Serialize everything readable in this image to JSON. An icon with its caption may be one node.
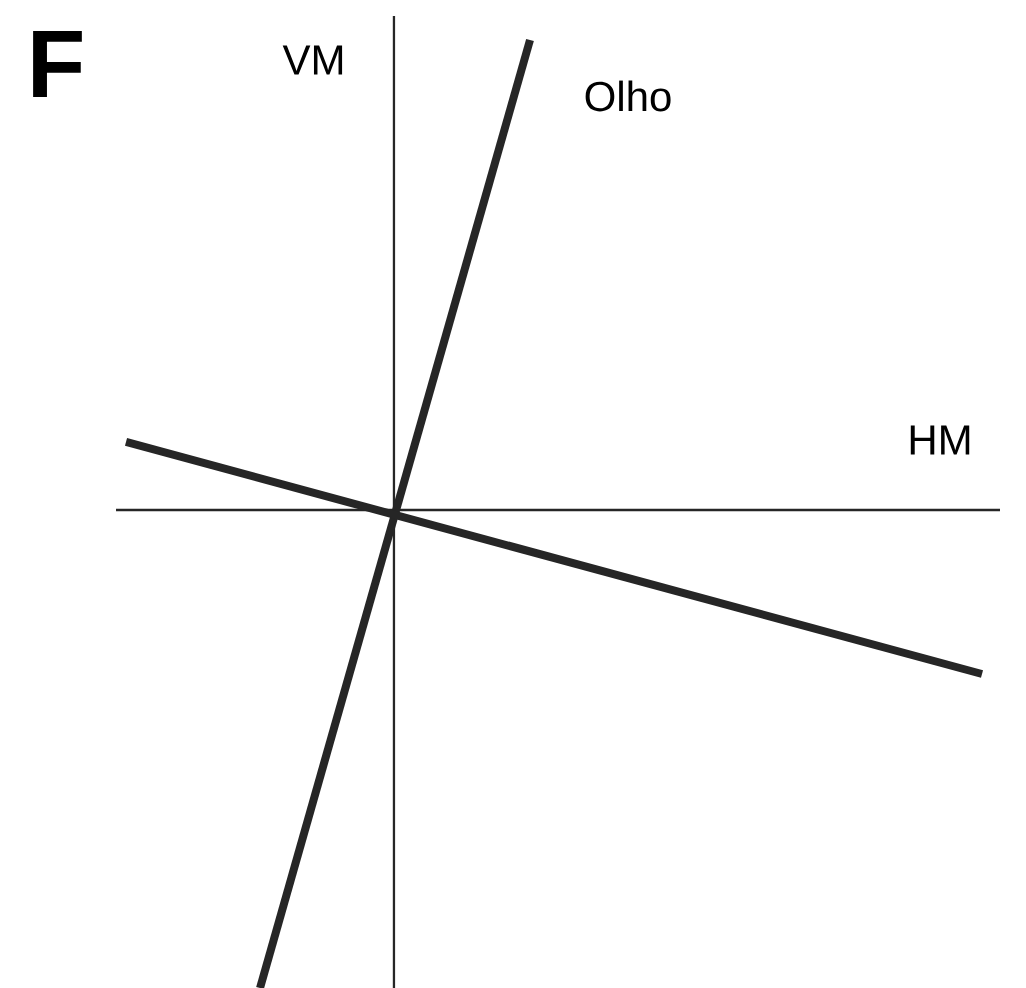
{
  "diagram": {
    "labels": [
      "F",
      "VM",
      "Olho",
      "HM"
    ]
  }
}
